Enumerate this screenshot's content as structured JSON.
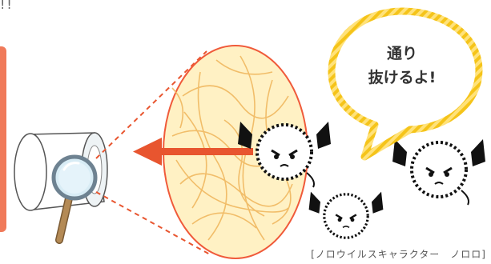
{
  "top_fragment": "!!",
  "speech_bubble": {
    "line1": "通り",
    "line2": "抜けるよ!"
  },
  "caption": "[ノロウイルスキャラクター　ノロロ]",
  "colors": {
    "accent_bar": "#f07a5a",
    "arrow": "#e8552f",
    "fiber_fill": "#fff1c4",
    "fiber_outline": "#f05a3a",
    "fiber_strands": "#f0b860",
    "bubble_border": "#f5d23a",
    "dashed_lines": "#e8552f",
    "magnifier_handle": "#b48a55"
  },
  "icons": [
    "cloth-roll-icon",
    "magnifier-icon",
    "left-arrow-icon",
    "norovirus-character-icon",
    "speech-bubble-icon"
  ]
}
